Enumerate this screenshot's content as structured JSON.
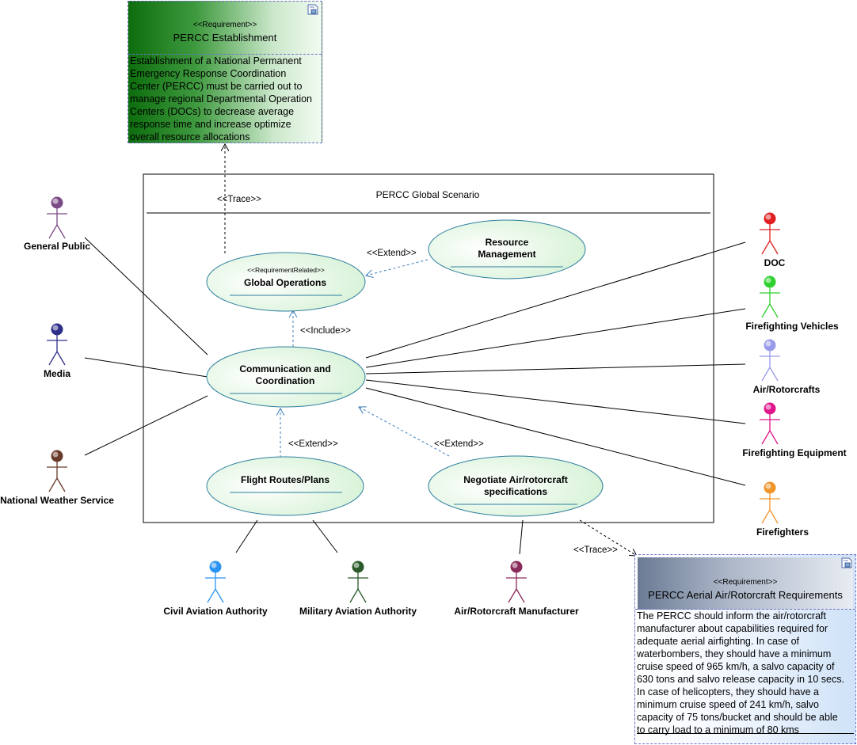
{
  "system": {
    "title": "PERCC Global Scenario"
  },
  "use_cases": {
    "global_operations": {
      "stereotype": "<<RequirementRelated>>",
      "name": "Global Operations"
    },
    "resource_management": {
      "line1": "Resource",
      "line2": "Management"
    },
    "communication": {
      "line1": "Communication and",
      "line2": "Coordination"
    },
    "flight_routes": {
      "name": "Flight Routes/Plans"
    },
    "negotiate": {
      "line1": "Negotiate Air/rotorcraft",
      "line2": "specifications"
    }
  },
  "actors": {
    "general_public": "General Public",
    "media": "Media",
    "national_weather": "National Weather Service",
    "doc": "DOC",
    "firefighting_vehicles": "Firefighting Vehicles",
    "air_rotorcrafts": "Air/Rotorcrafts",
    "firefighting_equipment": "Firefighting Equipment",
    "firefighters": "Firefighters",
    "civil_aviation": "Civil Aviation Authority",
    "military_aviation": "Military Aviation Authority",
    "manufacturer": "Air/Rotorcraft Manufacturer"
  },
  "actor_colors": {
    "general_public": "#7a4a86",
    "media": "#2f2f8a",
    "national_weather": "#6a3a2a",
    "doc": "#e02020",
    "firefighting_vehicles": "#2ed12e",
    "air_rotorcrafts": "#9a9aea",
    "firefighting_equipment": "#e0168a",
    "firefighters": "#f0952a",
    "civil_aviation": "#2a94f0",
    "military_aviation": "#2a5a2a",
    "manufacturer": "#8a2a5a"
  },
  "relationships": {
    "trace": "<<Trace>>",
    "extend": "<<Extend>>",
    "include": "<<Include>>"
  },
  "requirements": {
    "establishment": {
      "stereotype": "<<Requirement>>",
      "title": "PERCC Establishment",
      "lines": [
        "Establishment of a National Permanent",
        "Emergency Response Coordination",
        "Center (PERCC) must be carried out to",
        "manage regional Departmental Operation",
        "Centers (DOCs) to decrease average",
        "response time and increase optimize",
        "overall resource allocations"
      ]
    },
    "aerial": {
      "stereotype": "<<Requirement>>",
      "title": "PERCC Aerial Air/Rotorcraft Requirements",
      "lines": [
        "The PERCC should inform the air/rotorcraft",
        "manufacturer about capabilities required for",
        "adequate aerial airfighting. In case of",
        "waterbombers, they should have a minimum",
        "cruise speed of 965 km/h, a salvo capacity of",
        "630 tons and salvo release capacity in 10 secs.",
        "In case of helicopters, they should have a",
        "minimum cruise speed of 241 km/h, salvo",
        "capacity of 75 tons/bucket and should be able",
        "to carry load to a minimum of 80 kms"
      ]
    }
  },
  "colors": {
    "usecase_fill": "#e6f7e6",
    "usecase_border": "#2f7fa0",
    "dependency": "#3d7db8",
    "association": "#000000",
    "requirement_border": "#6f73c8"
  }
}
